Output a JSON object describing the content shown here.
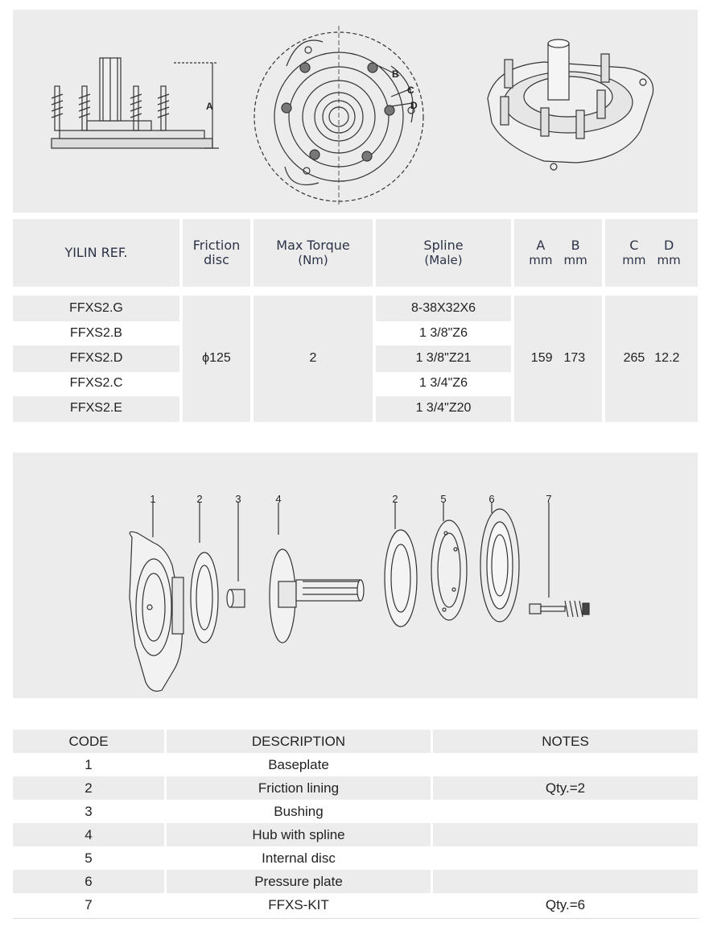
{
  "drawing_labels": {
    "dim_a": "A",
    "dim_b": "B",
    "dim_c": "C",
    "dim_d": "D"
  },
  "spec_table": {
    "headers": {
      "ref": "YILIN REF.",
      "friction_1": "Friction",
      "friction_2": "disc",
      "torque_1": "Max Torque",
      "torque_2": "(Nm)",
      "spline_1": "Spline",
      "spline_2": "(Male)",
      "a": "A",
      "b": "B",
      "c": "C",
      "d": "D",
      "mm": "mm"
    },
    "refs": [
      "FFXS2.G",
      "FFXS2.B",
      "FFXS2.D",
      "FFXS2.C",
      "FFXS2.E"
    ],
    "splines": [
      "8-38X32X6",
      "1 3/8\"Z6",
      "1 3/8\"Z21",
      "1 3/4\"Z6",
      "1 3/4\"Z20"
    ],
    "friction_disc": "ϕ125",
    "max_torque": "2",
    "a_value": "159",
    "b_value": "173",
    "c_value": "265",
    "d_value": "12.2"
  },
  "exploded_labels": [
    "1",
    "2",
    "3",
    "4",
    "2",
    "5",
    "6",
    "7"
  ],
  "parts_table": {
    "headers": {
      "code": "CODE",
      "description": "DESCRIPTION",
      "notes": "NOTES"
    },
    "rows": [
      {
        "code": "1",
        "description": "Baseplate",
        "notes": ""
      },
      {
        "code": "2",
        "description": "Friction lining",
        "notes": "Qty.=2"
      },
      {
        "code": "3",
        "description": "Bushing",
        "notes": ""
      },
      {
        "code": "4",
        "description": "Hub with spline",
        "notes": ""
      },
      {
        "code": "5",
        "description": "Internal disc",
        "notes": ""
      },
      {
        "code": "6",
        "description": "Pressure plate",
        "notes": ""
      },
      {
        "code": "7",
        "description": "FFXS-KIT",
        "notes": "Qty.=6"
      }
    ]
  }
}
